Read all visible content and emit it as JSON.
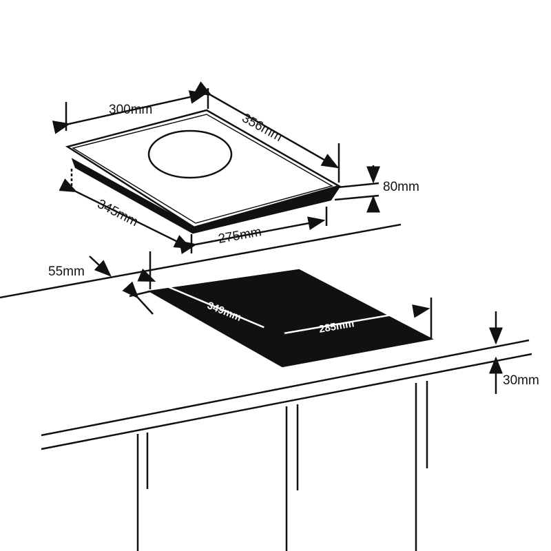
{
  "dimensions": {
    "hob_width": "300mm",
    "hob_depth": "356mm",
    "hob_height": "80mm",
    "base_depth": "345mm",
    "base_width": "275mm",
    "edge_clearance": "55mm",
    "cutout_depth": "349mm",
    "cutout_width": "285mm",
    "counter_thickness": "30mm"
  }
}
